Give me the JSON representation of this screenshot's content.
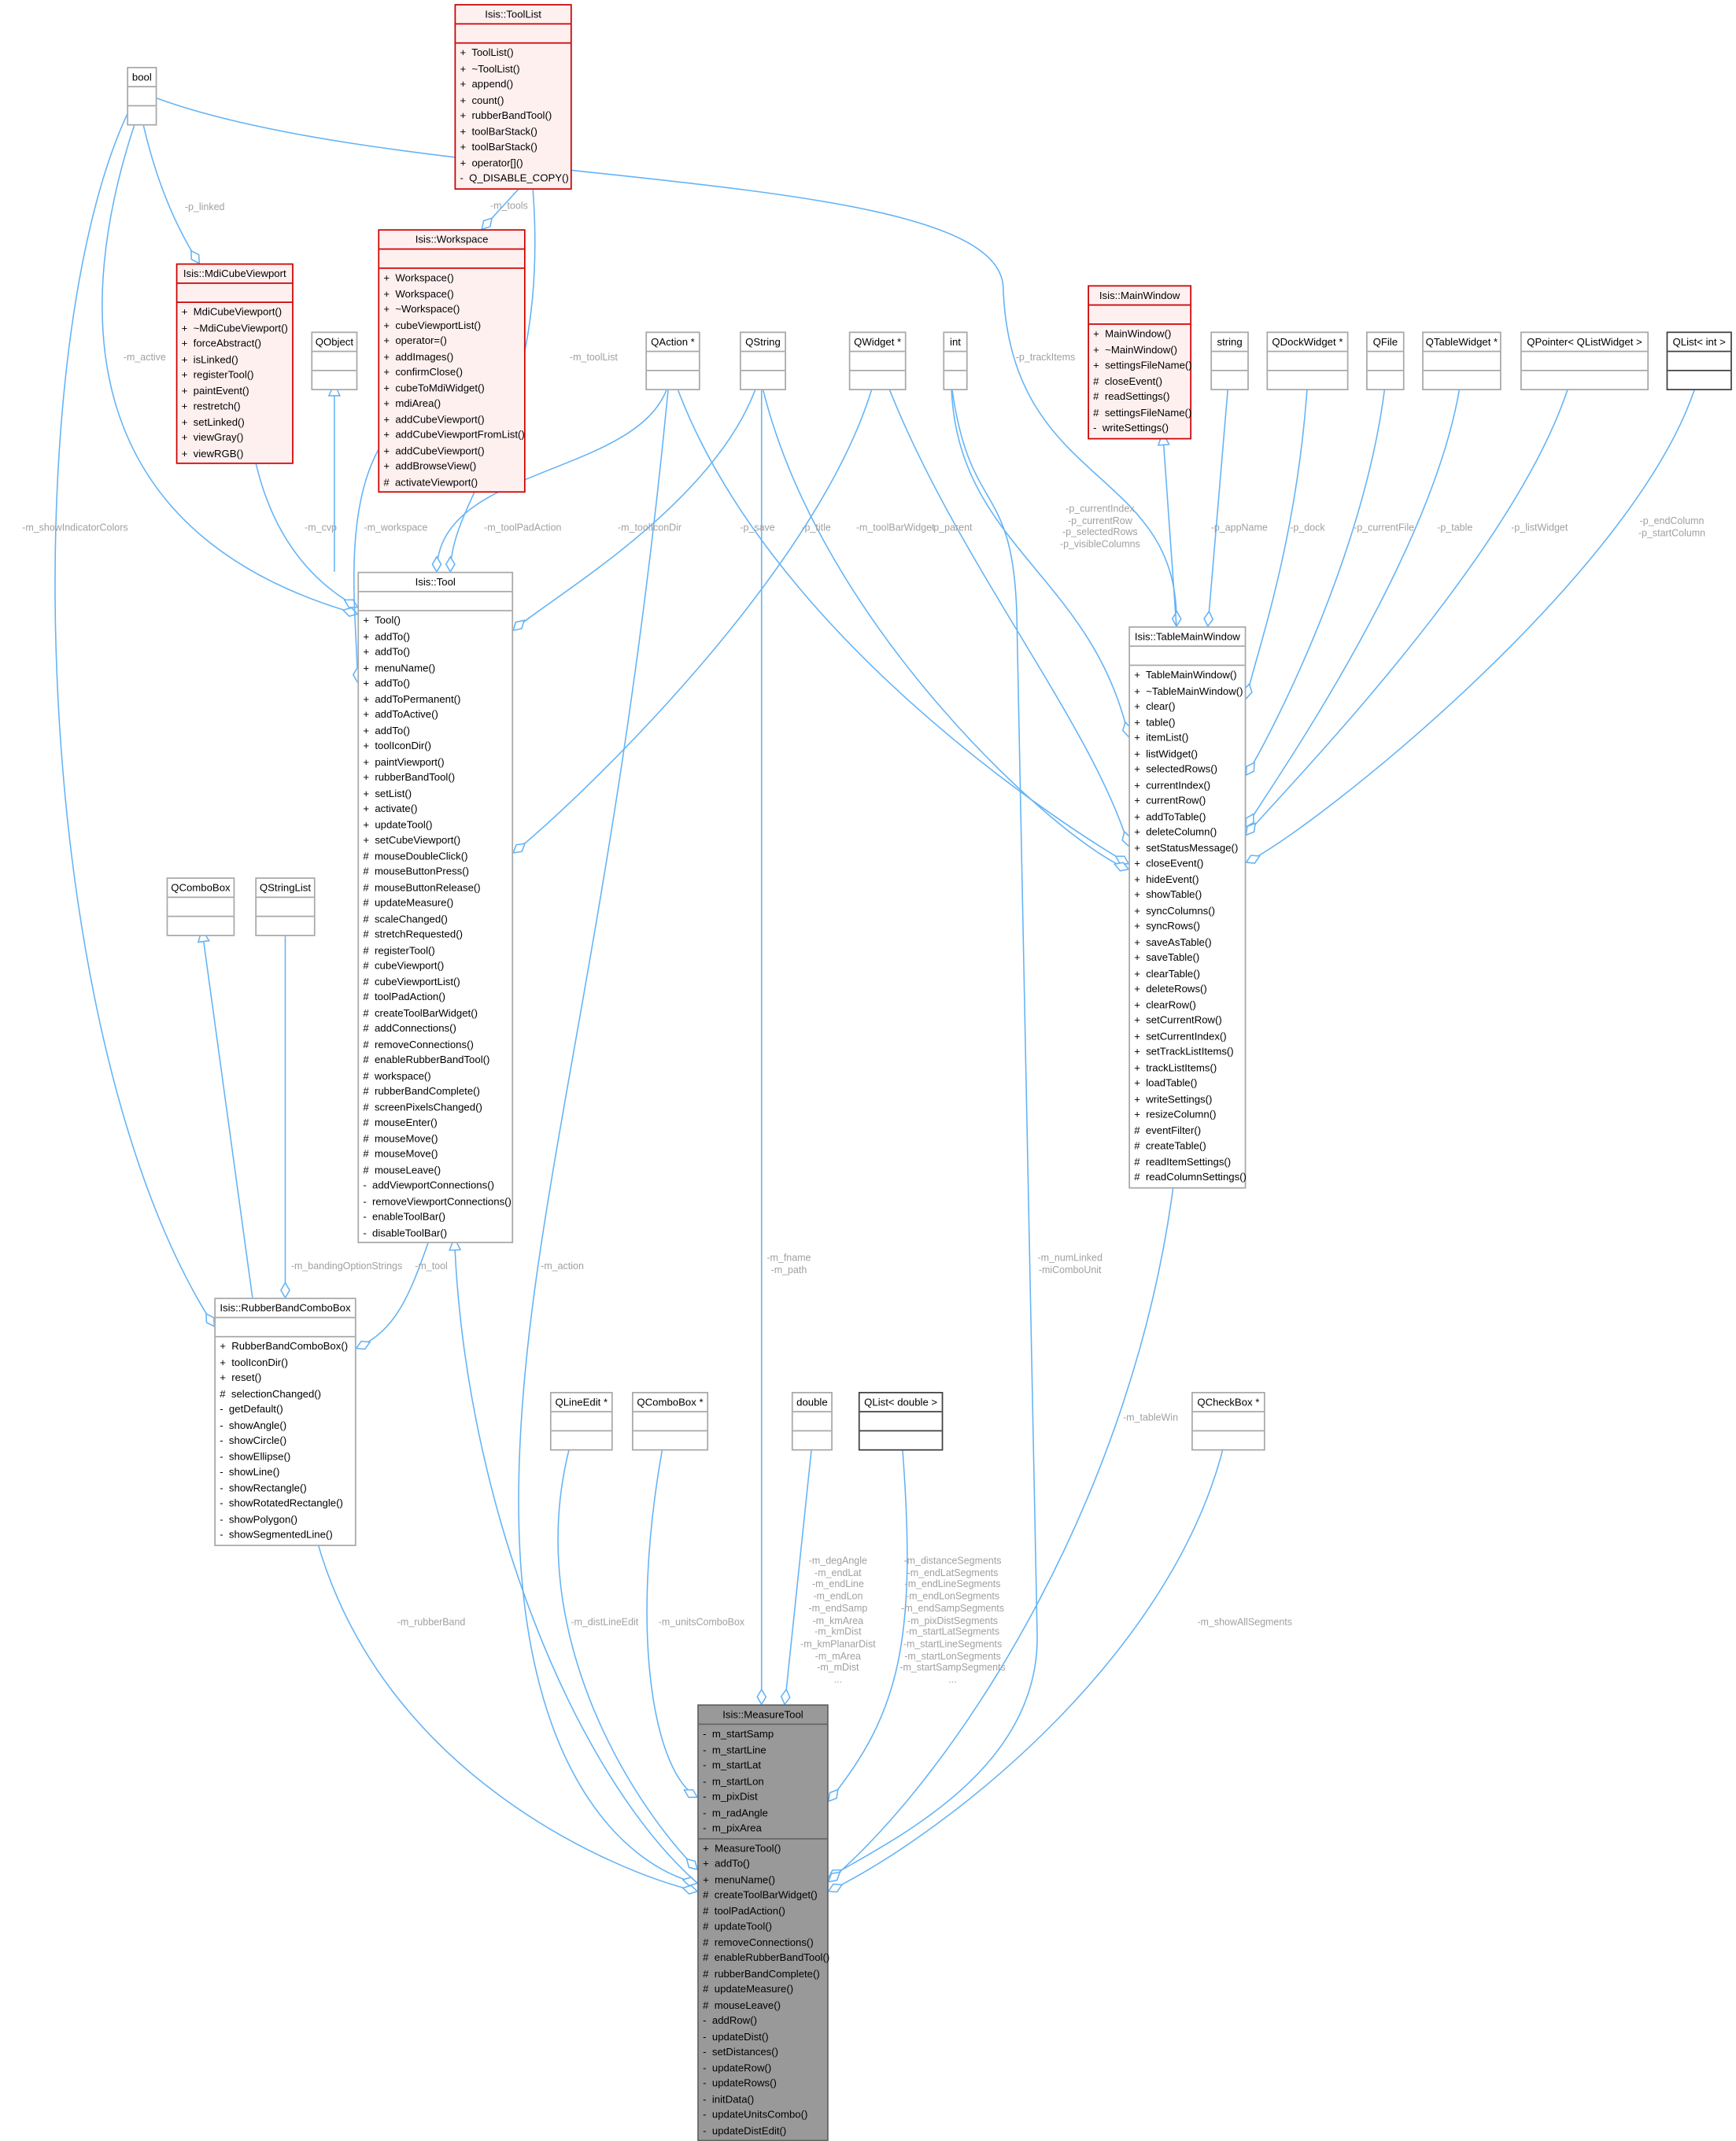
{
  "classes": {
    "bool": {
      "name": "bool",
      "attributes": [],
      "methods": [],
      "style": "plain"
    },
    "toollist": {
      "name": "Isis::ToolList",
      "attributes": [],
      "methods": [
        "+  ToolList()",
        "+  ~ToolList()",
        "+  append()",
        "+  count()",
        "+  rubberBandTool()",
        "+  toolBarStack()",
        "+  toolBarStack()",
        "+  operator[]()",
        "-  Q_DISABLE_COPY()"
      ],
      "style": "red"
    },
    "mdi": {
      "name": "Isis::MdiCubeViewport",
      "attributes": [],
      "methods": [
        "+  MdiCubeViewport()",
        "+  ~MdiCubeViewport()",
        "+  forceAbstract()",
        "+  isLinked()",
        "+  registerTool()",
        "+  paintEvent()",
        "+  restretch()",
        "+  setLinked()",
        "+  viewGray()",
        "+  viewRGB()"
      ],
      "style": "red"
    },
    "workspace": {
      "name": "Isis::Workspace",
      "attributes": [],
      "methods": [
        "+  Workspace()",
        "+  Workspace()",
        "+  ~Workspace()",
        "+  cubeViewportList()",
        "+  operator=()",
        "+  addImages()",
        "+  confirmClose()",
        "+  cubeToMdiWidget()",
        "+  mdiArea()",
        "+  addCubeViewport()",
        "+  addCubeViewportFromList()",
        "+  addCubeViewport()",
        "+  addBrowseView()",
        "#  activateViewport()"
      ],
      "style": "red"
    },
    "qobject": {
      "name": "QObject",
      "attributes": [],
      "methods": [],
      "style": "plain"
    },
    "qaction": {
      "name": "QAction *",
      "attributes": [],
      "methods": [],
      "style": "plain"
    },
    "qstring": {
      "name": "QString",
      "attributes": [],
      "methods": [],
      "style": "plain"
    },
    "qwidget": {
      "name": "QWidget *",
      "attributes": [],
      "methods": [],
      "style": "plain"
    },
    "int": {
      "name": "int",
      "attributes": [],
      "methods": [],
      "style": "plain"
    },
    "mainwindow": {
      "name": "Isis::MainWindow",
      "attributes": [],
      "methods": [
        "+  MainWindow()",
        "+  ~MainWindow()",
        "+  settingsFileName()",
        "#  closeEvent()",
        "#  readSettings()",
        "#  settingsFileName()",
        "-  writeSettings()"
      ],
      "style": "red"
    },
    "string": {
      "name": "string",
      "attributes": [],
      "methods": [],
      "style": "plain"
    },
    "qdock": {
      "name": "QDockWidget *",
      "attributes": [],
      "methods": [],
      "style": "plain"
    },
    "qfile": {
      "name": "QFile",
      "attributes": [],
      "methods": [],
      "style": "plain"
    },
    "qtable": {
      "name": "QTableWidget *",
      "attributes": [],
      "methods": [],
      "style": "plain"
    },
    "qpointer": {
      "name": "QPointer< QListWidget >",
      "attributes": [],
      "methods": [],
      "style": "plain"
    },
    "qlistint": {
      "name": "QList< int >",
      "attributes": [],
      "methods": [],
      "style": "black"
    },
    "tool": {
      "name": "Isis::Tool",
      "attributes": [],
      "methods": [
        "+  Tool()",
        "+  addTo()",
        "+  addTo()",
        "+  menuName()",
        "+  addTo()",
        "+  addToPermanent()",
        "+  addToActive()",
        "+  addTo()",
        "+  toolIconDir()",
        "+  paintViewport()",
        "+  rubberBandTool()",
        "+  setList()",
        "+  activate()",
        "+  updateTool()",
        "+  setCubeViewport()",
        "#  mouseDoubleClick()",
        "#  mouseButtonPress()",
        "#  mouseButtonRelease()",
        "#  updateMeasure()",
        "#  scaleChanged()",
        "#  stretchRequested()",
        "#  registerTool()",
        "#  cubeViewport()",
        "#  cubeViewportList()",
        "#  toolPadAction()",
        "#  createToolBarWidget()",
        "#  addConnections()",
        "#  removeConnections()",
        "#  enableRubberBandTool()",
        "#  workspace()",
        "#  rubberBandComplete()",
        "#  screenPixelsChanged()",
        "#  mouseEnter()",
        "#  mouseMove()",
        "#  mouseMove()",
        "#  mouseLeave()",
        "-  addViewportConnections()",
        "-  removeViewportConnections()",
        "-  enableToolBar()",
        "-  disableToolBar()"
      ],
      "style": "plain"
    },
    "tmw": {
      "name": "Isis::TableMainWindow",
      "attributes": [],
      "methods": [
        "+  TableMainWindow()",
        "+  ~TableMainWindow()",
        "+  clear()",
        "+  table()",
        "+  itemList()",
        "+  listWidget()",
        "+  selectedRows()",
        "+  currentIndex()",
        "+  currentRow()",
        "+  addToTable()",
        "+  deleteColumn()",
        "+  setStatusMessage()",
        "+  closeEvent()",
        "+  hideEvent()",
        "+  showTable()",
        "+  syncColumns()",
        "+  syncRows()",
        "+  saveAsTable()",
        "+  saveTable()",
        "+  clearTable()",
        "+  deleteRows()",
        "+  clearRow()",
        "+  setCurrentRow()",
        "+  setCurrentIndex()",
        "+  setTrackListItems()",
        "+  trackListItems()",
        "+  loadTable()",
        "+  writeSettings()",
        "+  resizeColumn()",
        "#  eventFilter()",
        "#  createTable()",
        "#  readItemSettings()",
        "#  readColumnSettings()"
      ],
      "style": "plain"
    },
    "qcombobox": {
      "name": "QComboBox",
      "attributes": [],
      "methods": [],
      "style": "plain"
    },
    "qstringlist": {
      "name": "QStringList",
      "attributes": [],
      "methods": [],
      "style": "plain"
    },
    "rbcb": {
      "name": "Isis::RubberBandComboBox",
      "attributes": [],
      "methods": [
        "+  RubberBandComboBox()",
        "+  toolIconDir()",
        "+  reset()",
        "#  selectionChanged()",
        "-  getDefault()",
        "-  showAngle()",
        "-  showCircle()",
        "-  showEllipse()",
        "-  showLine()",
        "-  showRectangle()",
        "-  showRotatedRectangle()",
        "-  showPolygon()",
        "-  showSegmentedLine()"
      ],
      "style": "plain"
    },
    "qlineedit": {
      "name": "QLineEdit *",
      "attributes": [],
      "methods": [],
      "style": "plain"
    },
    "qcomboboxptr": {
      "name": "QComboBox *",
      "attributes": [],
      "methods": [],
      "style": "plain"
    },
    "double": {
      "name": "double",
      "attributes": [],
      "methods": [],
      "style": "plain"
    },
    "qlistdouble": {
      "name": "QList< double >",
      "attributes": [],
      "methods": [],
      "style": "black"
    },
    "qcheckbox": {
      "name": "QCheckBox *",
      "attributes": [],
      "methods": [],
      "style": "plain"
    },
    "measuretool": {
      "name": "Isis::MeasureTool",
      "attributes": [
        "-  m_startSamp",
        "-  m_startLine",
        "-  m_startLat",
        "-  m_startLon",
        "-  m_pixDist",
        "-  m_radAngle",
        "-  m_pixArea"
      ],
      "methods": [
        "+  MeasureTool()",
        "+  addTo()",
        "+  menuName()",
        "#  createToolBarWidget()",
        "#  toolPadAction()",
        "#  updateTool()",
        "#  removeConnections()",
        "#  enableRubberBandTool()",
        "#  rubberBandComplete()",
        "#  updateMeasure()",
        "#  mouseLeave()",
        "-  addRow()",
        "-  updateDist()",
        "-  setDistances()",
        "-  updateRow()",
        "-  updateRows()",
        "-  initData()",
        "-  updateUnitsCombo()",
        "-  updateDistEdit()"
      ],
      "style": "gray"
    }
  },
  "edges": [
    {
      "from": "bool",
      "to": "Isis::MdiCubeViewport",
      "label": "-p_linked"
    },
    {
      "from": "bool",
      "to": "Isis::Tool",
      "label": "-m_active"
    },
    {
      "from": "bool",
      "to": "Isis::RubberBandComboBox",
      "label": "-m_showIndicatorColors"
    },
    {
      "from": "bool",
      "to": "Isis::TableMainWindow",
      "label": "-p_trackItems"
    },
    {
      "from": "Isis::ToolList",
      "to": "Isis::Workspace",
      "label": "-m_tools"
    },
    {
      "from": "Isis::ToolList",
      "to": "Isis::Tool",
      "label": "-m_toolList"
    },
    {
      "from": "Isis::MdiCubeViewport",
      "to": "Isis::Tool",
      "label": "-m_cvp"
    },
    {
      "from": "Isis::Workspace",
      "to": "Isis::Tool",
      "label": "-m_workspace"
    },
    {
      "from": "QAction *",
      "to": "Isis::Tool",
      "label": "-m_toolPadAction"
    },
    {
      "from": "QString",
      "to": "Isis::Tool",
      "label": "-m_toolIconDir"
    },
    {
      "from": "QWidget *",
      "to": "Isis::Tool",
      "label": "-m_toolBarWidget"
    },
    {
      "from": "QAction *",
      "to": "Isis::TableMainWindow",
      "label": "-p_save"
    },
    {
      "from": "QString",
      "to": "Isis::TableMainWindow",
      "label": "-p_title"
    },
    {
      "from": "QWidget *",
      "to": "Isis::TableMainWindow",
      "label": "-p_parent"
    },
    {
      "from": "int",
      "to": "Isis::TableMainWindow",
      "label": "-p_currentIndex\n-p_currentRow\n-p_selectedRows\n-p_visibleColumns"
    },
    {
      "from": "string",
      "to": "Isis::TableMainWindow",
      "label": "-p_appName"
    },
    {
      "from": "QDockWidget *",
      "to": "Isis::TableMainWindow",
      "label": "-p_dock"
    },
    {
      "from": "QFile",
      "to": "Isis::TableMainWindow",
      "label": "-p_currentFile"
    },
    {
      "from": "QTableWidget *",
      "to": "Isis::TableMainWindow",
      "label": "-p_table"
    },
    {
      "from": "QPointer< QListWidget >",
      "to": "Isis::TableMainWindow",
      "label": "-p_listWidget"
    },
    {
      "from": "QList< int >",
      "to": "Isis::TableMainWindow",
      "label": "-p_endColumn\n-p_startColumn"
    },
    {
      "from": "QStringList",
      "to": "Isis::RubberBandComboBox",
      "label": "-m_bandingOptionStrings"
    },
    {
      "from": "Isis::Tool",
      "to": "Isis::RubberBandComboBox",
      "label": "-m_tool"
    },
    {
      "from": "Isis::RubberBandComboBox",
      "to": "Isis::MeasureTool",
      "label": "-m_rubberBand"
    },
    {
      "from": "QAction *",
      "to": "Isis::MeasureTool",
      "label": "-m_action"
    },
    {
      "from": "QLineEdit *",
      "to": "Isis::MeasureTool",
      "label": "-m_distLineEdit"
    },
    {
      "from": "QComboBox *",
      "to": "Isis::MeasureTool",
      "label": "-m_unitsComboBox"
    },
    {
      "from": "QString",
      "to": "Isis::MeasureTool",
      "label": "-m_fname\n-m_path"
    },
    {
      "from": "double",
      "to": "Isis::MeasureTool",
      "label": "-m_degAngle\n-m_endLat\n-m_endLine\n-m_endLon\n-m_endSamp\n-m_kmArea\n-m_kmDist\n-m_kmPlanarDist\n-m_mArea\n-m_mDist\n..."
    },
    {
      "from": "QList< double >",
      "to": "Isis::MeasureTool",
      "label": "-m_distanceSegments\n-m_endLatSegments\n-m_endLineSegments\n-m_endLonSegments\n-m_endSampSegments\n-m_pixDistSegments\n-m_startLatSegments\n-m_startLineSegments\n-m_startLonSegments\n-m_startSampSegments\n..."
    },
    {
      "from": "int",
      "to": "Isis::MeasureTool",
      "label": "-m_numLinked\n-miComboUnit"
    },
    {
      "from": "Isis::TableMainWindow",
      "to": "Isis::MeasureTool",
      "label": "-m_tableWin"
    },
    {
      "from": "QCheckBox *",
      "to": "Isis::MeasureTool",
      "label": "-m_showAllSegments"
    }
  ],
  "inheritance": [
    {
      "derived": "Isis::Tool",
      "base": "QObject"
    },
    {
      "derived": "Isis::TableMainWindow",
      "base": "Isis::MainWindow"
    },
    {
      "derived": "Isis::RubberBandComboBox",
      "base": "QComboBox"
    },
    {
      "derived": "Isis::MeasureTool",
      "base": "Isis::Tool"
    }
  ],
  "colors": {
    "edge": "#63b3f6",
    "label": "#a0a0a0",
    "red_border": "#cc0000",
    "red_fill": "#fff0f0",
    "focus_fill": "#999999"
  }
}
